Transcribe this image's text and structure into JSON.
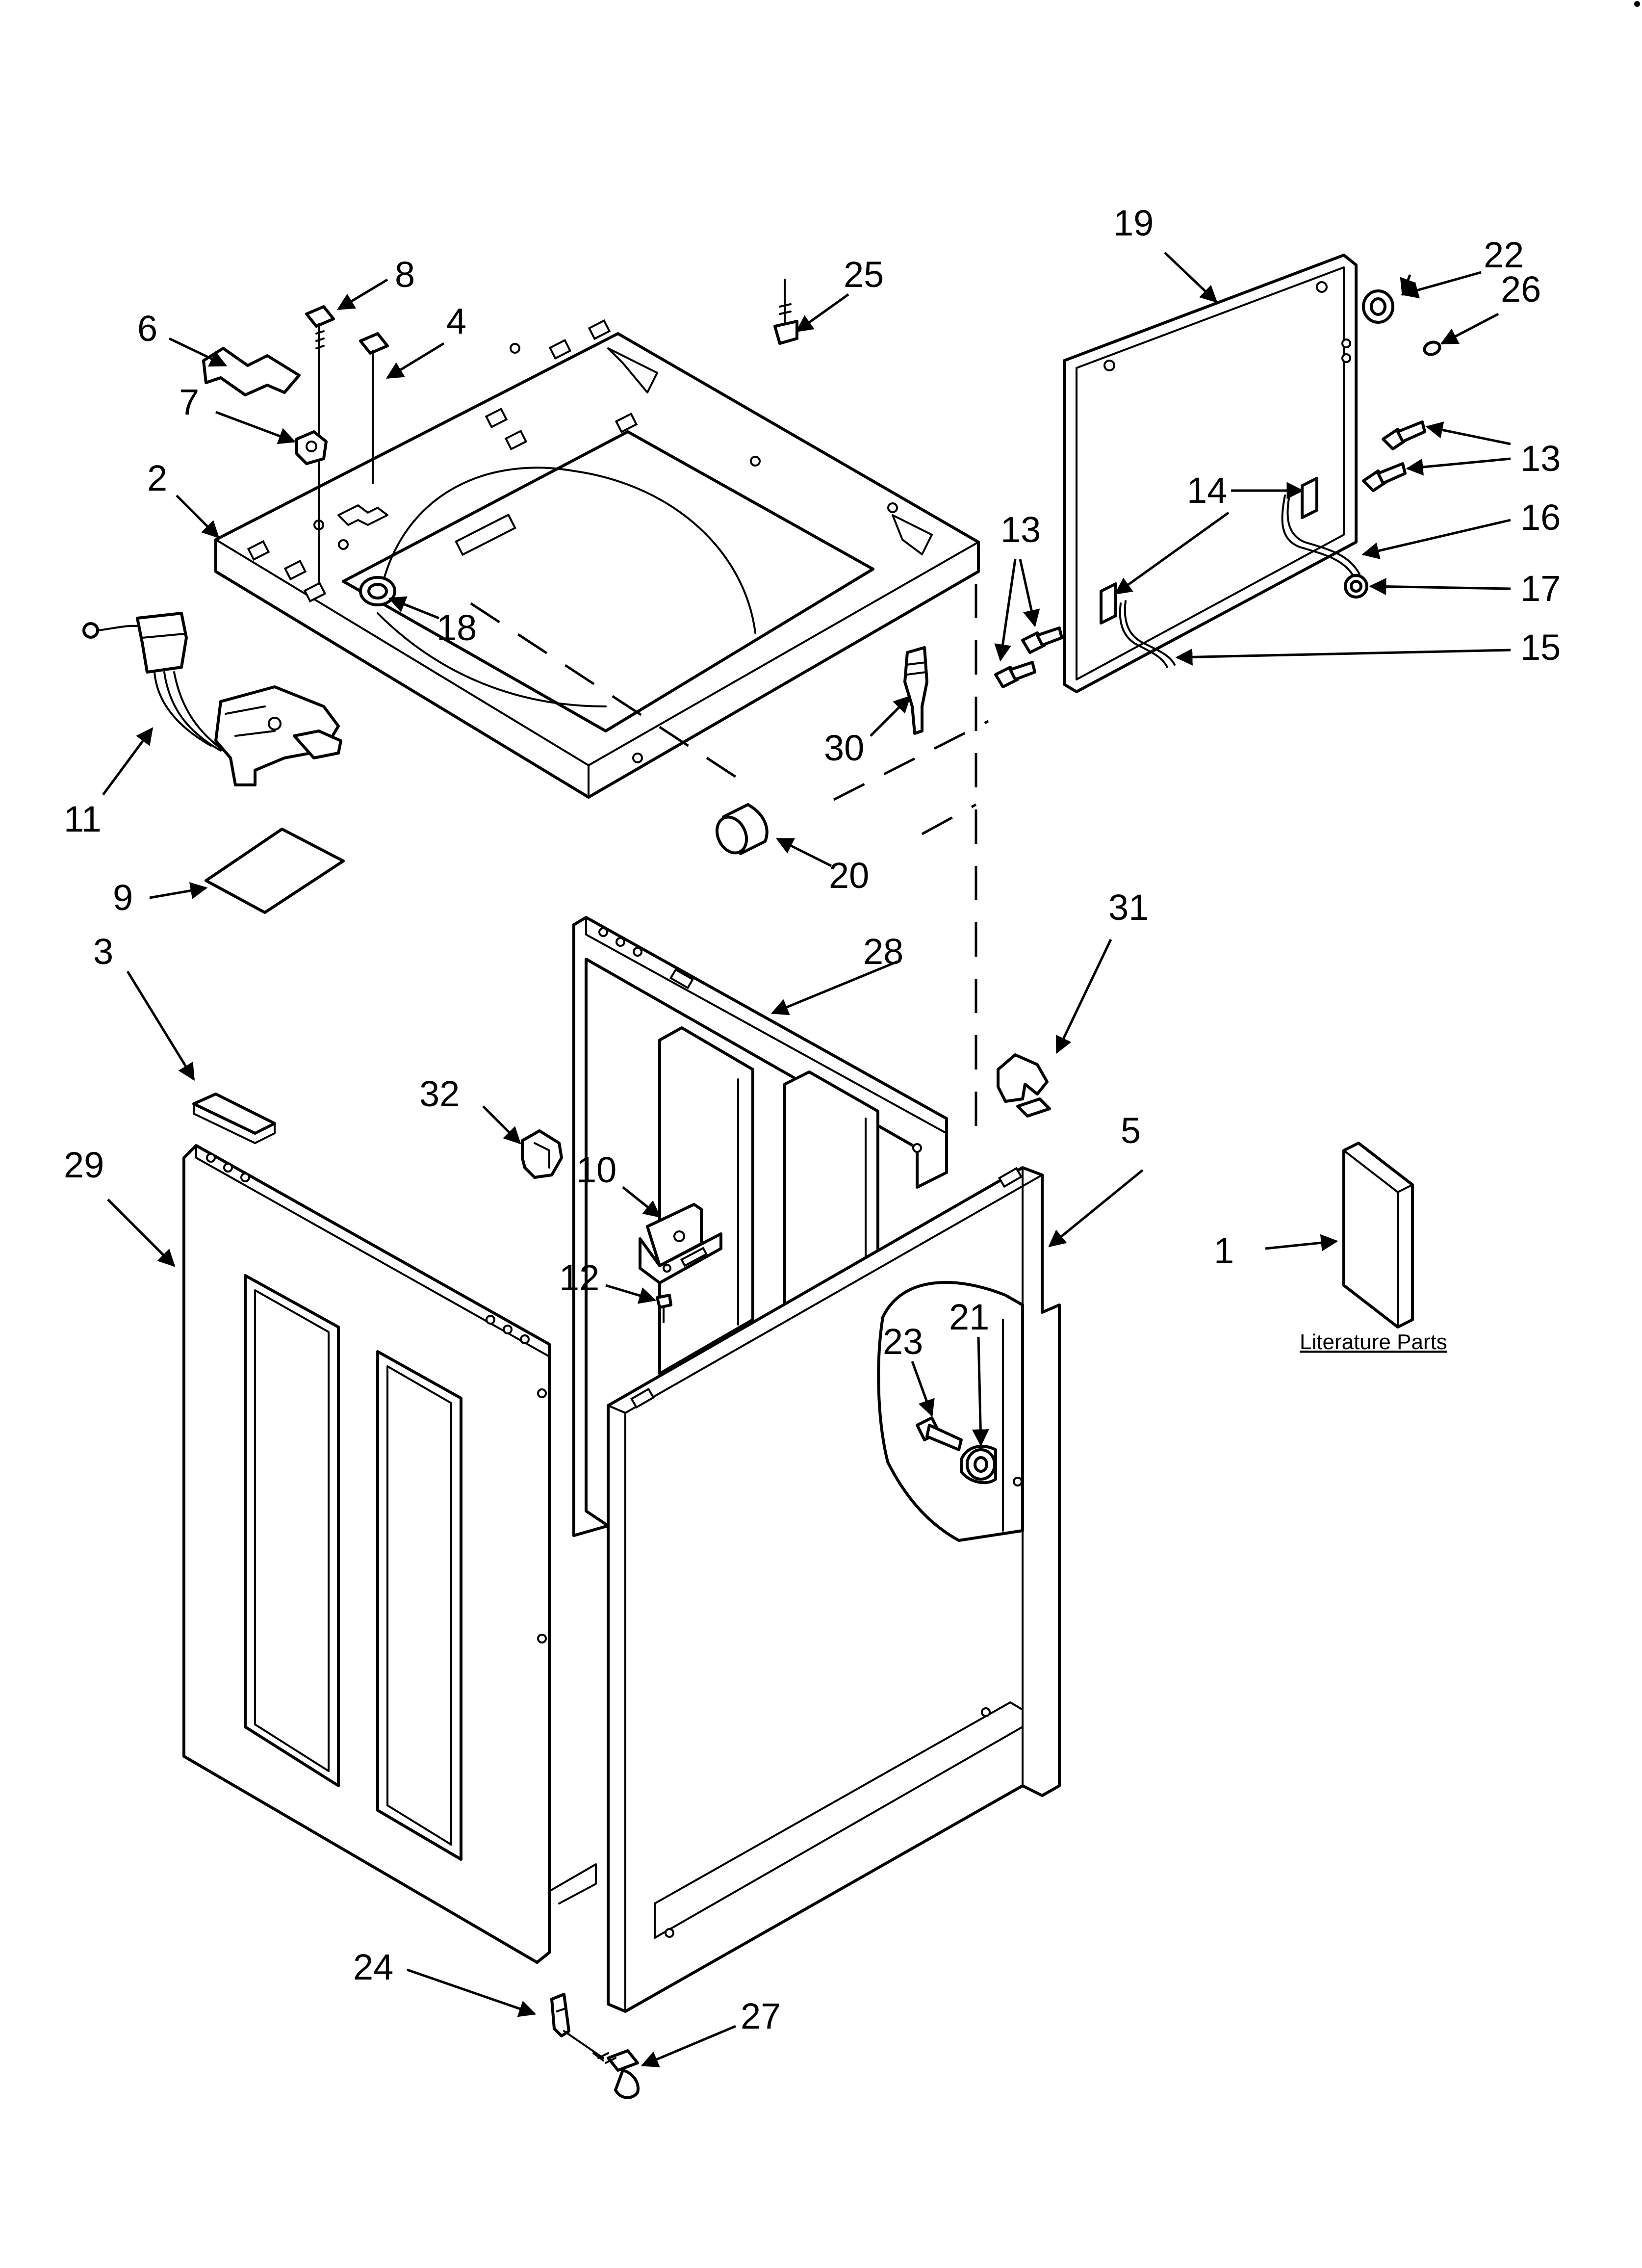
{
  "labels": {
    "p1": "1",
    "p2": "2",
    "p3": "3",
    "p4": "4",
    "p5": "5",
    "p6": "6",
    "p7": "7",
    "p8": "8",
    "p9": "9",
    "p10": "10",
    "p11": "11",
    "p12": "12",
    "p13a": "13",
    "p13b": "13",
    "p14": "14",
    "p15": "15",
    "p16": "16",
    "p17": "17",
    "p18": "18",
    "p19": "19",
    "p20": "20",
    "p21": "21",
    "p22": "22",
    "p23": "23",
    "p24": "24",
    "p25": "25",
    "p26": "26",
    "p27": "27",
    "p28": "28",
    "p29": "29",
    "p30": "30",
    "p31": "31",
    "p32": "32"
  },
  "literature_caption": "Literature Parts"
}
